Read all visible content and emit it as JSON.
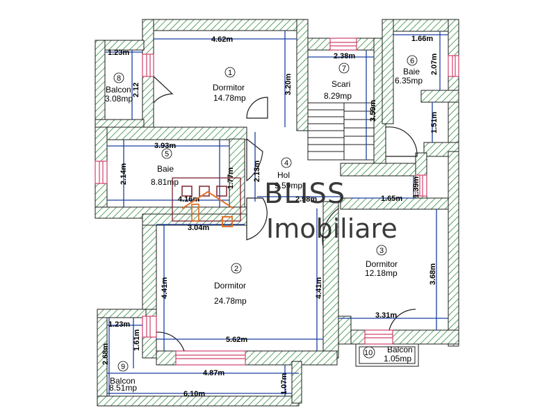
{
  "rooms": [
    {
      "id": "1",
      "name": "Dormitor",
      "area": "14.78mp"
    },
    {
      "id": "2",
      "name": "Dormitor",
      "area": "24.78mp"
    },
    {
      "id": "3",
      "name": "Dormitor",
      "area": "12.18mp"
    },
    {
      "id": "4",
      "name": "Hol",
      "area": "9.59mp"
    },
    {
      "id": "5",
      "name": "Baie",
      "area": "8.81mp"
    },
    {
      "id": "6",
      "name": "Baie",
      "area": "6.35mp"
    },
    {
      "id": "7",
      "name": "Scari",
      "area": "8.29mp"
    },
    {
      "id": "8",
      "name": "Balcon",
      "area": "3.08mp"
    },
    {
      "id": "9",
      "name": "Balcon",
      "area": "8.51mp"
    },
    {
      "id": "10",
      "name": "Balcon",
      "area": "1.05mp"
    }
  ],
  "dimensions": {
    "d_4_62": "4.62m",
    "d_3_20": "3.20m",
    "d_1_23_top": "1.23m",
    "d_2_12": "2.12",
    "d_2_38": "2.38m",
    "d_3_59": "3.59m",
    "d_1_66": "1.66m",
    "d_2_07": "2.07m",
    "d_1_51": "1.51m",
    "d_3_93": "3.93m",
    "d_2_14": "2.14m",
    "d_1_77": "1.77m",
    "d_2_13": "2.13m",
    "d_4_16": "4.16m",
    "d_2_98": "2.98m",
    "d_1_39": "1.39m",
    "d_1_65": "1.65m",
    "d_3_04": "3.04m",
    "d_4_41_left": "4.41m",
    "d_4_41_right": "4.41m",
    "d_3_68": "3.68m",
    "d_3_31": "3.31m",
    "d_1_23_bottom": "1.23m",
    "d_1_61": "1.61m",
    "d_5_62": "5.62m",
    "d_2_68": "2.68m",
    "d_4_87": "4.87m",
    "d_1_07": "1.07m",
    "d_6_10": "6.10m"
  },
  "watermark": {
    "brand_top": "BLISS",
    "brand_bottom": "Imobiliare"
  },
  "colors": {
    "wall_hatch": "#2e8b3a",
    "dimension_line": "#1a3fa0",
    "window": "#d0406a",
    "logo_accent": "#e06a1e",
    "logo_frame": "#7a1f2a"
  }
}
